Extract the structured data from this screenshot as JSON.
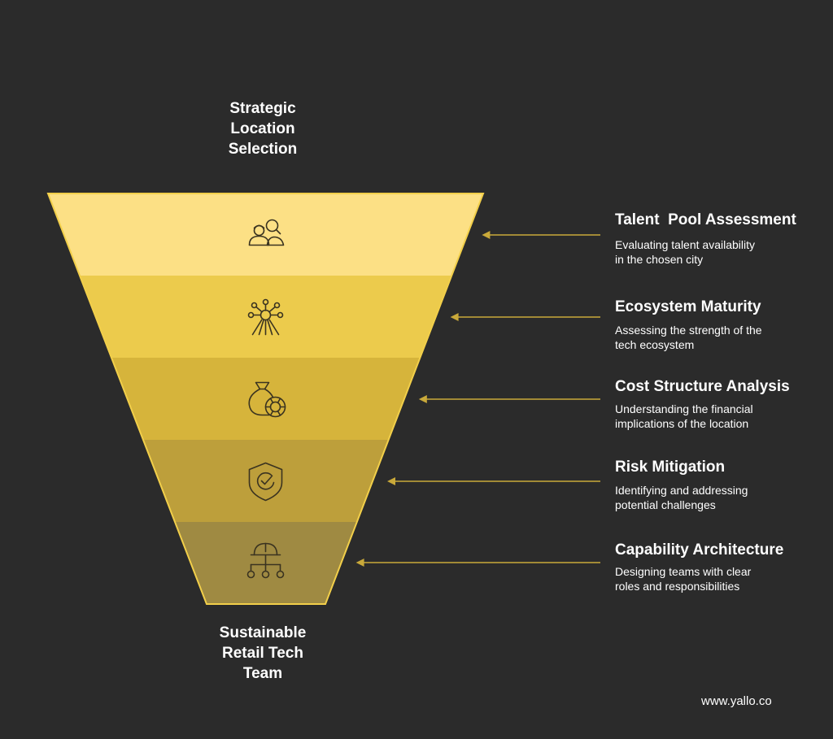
{
  "diagram": {
    "top_label": "Strategic\nLocation\nSelection",
    "bottom_label": "Sustainable\nRetail Tech\nTeam",
    "stages": [
      {
        "title": "Talent  Pool Assessment",
        "description": "Evaluating talent availability\nin the chosen city",
        "icon": "people-search-icon",
        "color": "#fce085"
      },
      {
        "title": "Ecosystem Maturity",
        "description": "Assessing the strength of the\ntech ecosystem",
        "icon": "network-ecosystem-icon",
        "color": "#eccb4c"
      },
      {
        "title": "Cost Structure Analysis",
        "description": "Understanding the financial\nimplications of the location",
        "icon": "money-bag-coin-icon",
        "color": "#d6b43b"
      },
      {
        "title": "Risk Mitigation",
        "description": "Identifying and addressing\npotential challenges",
        "icon": "shield-check-icon",
        "color": "#bd9f3b"
      },
      {
        "title": "Capability Architecture",
        "description": "Designing teams with clear\nroles and responsibilities",
        "icon": "hardhat-hierarchy-icon",
        "color": "#9f8a42"
      }
    ],
    "arrow_color": "#c9a93a",
    "outline_color": "#f2cf4a"
  },
  "footer": {
    "website": "www.yallo.co"
  }
}
